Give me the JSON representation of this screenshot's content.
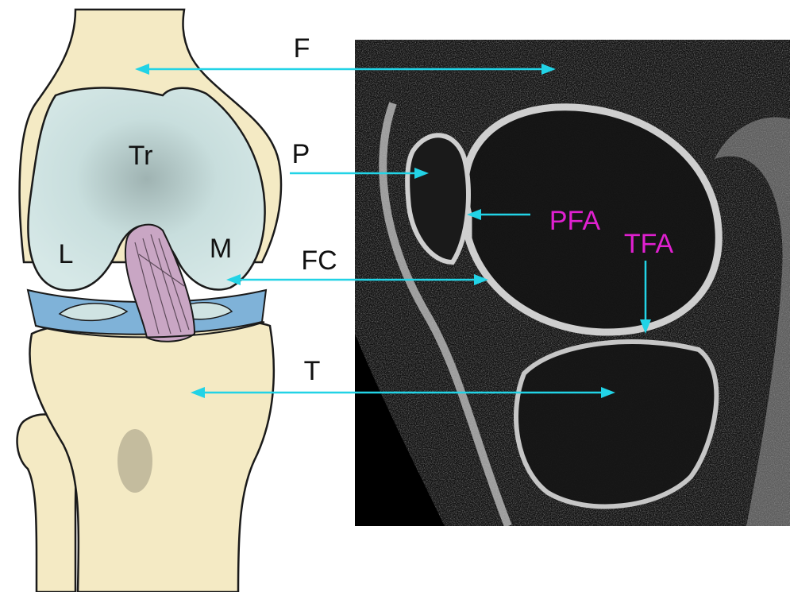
{
  "labels": {
    "femur": "F",
    "patella": "P",
    "femoral_cartilage": "FC",
    "tibia": "T",
    "trochlea": "Tr",
    "lateral": "L",
    "medial": "M",
    "patellofemoral_articulation": "PFA",
    "tibiofemoral_articulation": "TFA"
  },
  "colors": {
    "bone": "#f4eac4",
    "cartilage": "#cfe3e2",
    "meniscus": "#7fb2d8",
    "ligament": "#c9a6c4",
    "arrow": "#22d3e6",
    "mri_label": "#e020d0",
    "outline": "#1a1a1a"
  }
}
